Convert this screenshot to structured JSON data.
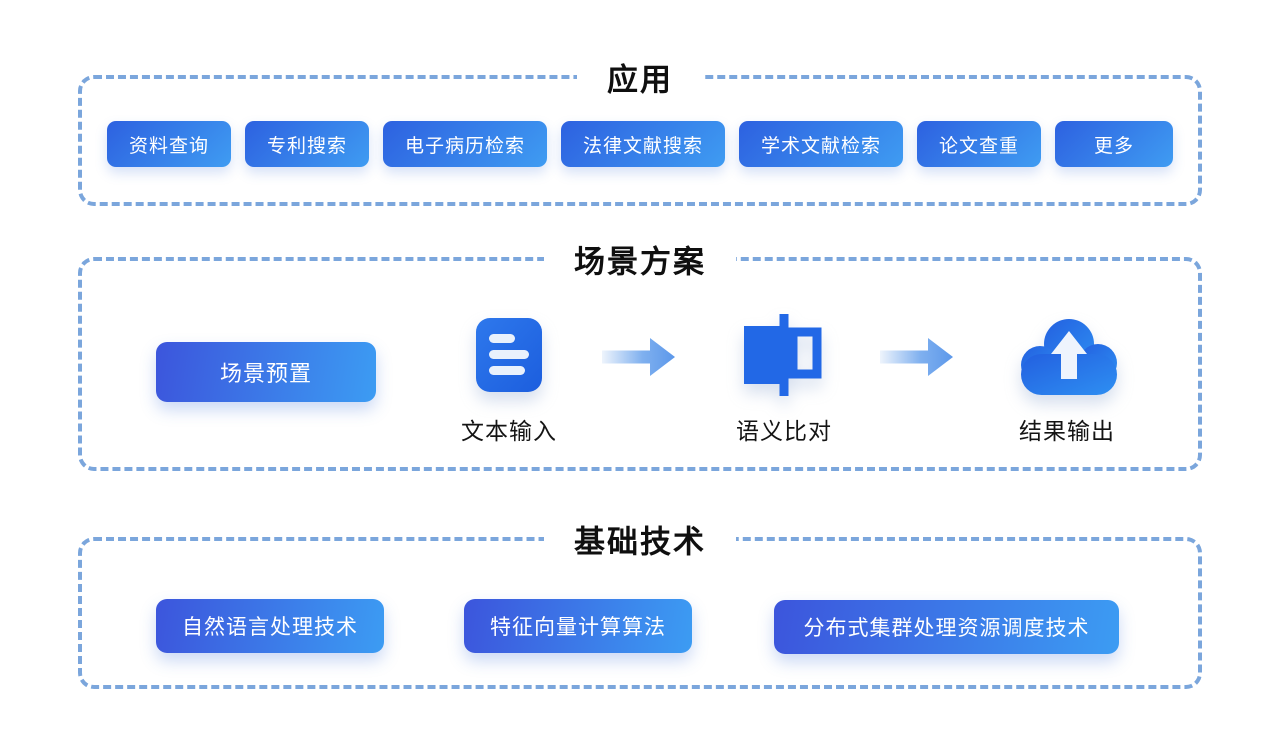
{
  "app_section": {
    "title": "应用",
    "buttons": [
      "资料查询",
      "专利搜索",
      "电子病历检索",
      "法律文献搜索",
      "学术文献检索",
      "论文查重",
      "更多"
    ]
  },
  "scenario_section": {
    "title": "场景方案",
    "preset_label": "场景预置",
    "steps": [
      {
        "icon": "document-icon",
        "label": "文本输入"
      },
      {
        "icon": "semantic-compare-icon",
        "label": "语义比对"
      },
      {
        "icon": "cloud-upload-icon",
        "label": "结果输出"
      }
    ]
  },
  "tech_section": {
    "title": "基础技术",
    "buttons": [
      "自然语言处理技术",
      "特征向量计算算法",
      "分布式集群处理资源调度技术"
    ]
  },
  "colors": {
    "dash_border": "#7ba6dc",
    "chip_gradient_start": "#2d61e0",
    "chip_gradient_end": "#3f9cf2",
    "big_button_gradient_start": "#3c55dc",
    "big_button_gradient_end": "#3c9cf3",
    "icon_blue": "#2268e6",
    "title_text": "#0f0f0f",
    "button_text": "#ffffff",
    "background": "#ffffff"
  }
}
